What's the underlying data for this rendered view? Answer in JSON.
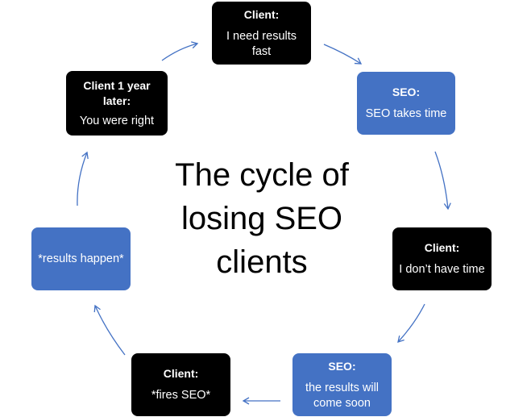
{
  "title_lines": [
    "The cycle of",
    "losing SEO",
    "clients"
  ],
  "colors": {
    "dark_box": "#000000",
    "blue_box": "#4472c4",
    "arrow": "#4472c4"
  },
  "nodes": [
    {
      "id": "client-need",
      "style": "dark",
      "heading": "Client:",
      "text": "I need results fast"
    },
    {
      "id": "seo-takes-time",
      "style": "blue",
      "heading": "SEO:",
      "text": "SEO takes time"
    },
    {
      "id": "client-no-time",
      "style": "dark",
      "heading": "Client:",
      "text": "I don’t have time"
    },
    {
      "id": "seo-results-soon",
      "style": "blue",
      "heading": "SEO:",
      "text": "the results will come soon"
    },
    {
      "id": "client-fires",
      "style": "dark",
      "heading": "Client:",
      "text": "*fires SEO*"
    },
    {
      "id": "results-happen",
      "style": "blue",
      "heading": "",
      "text": "*results happen*"
    },
    {
      "id": "client-year-later",
      "style": "dark",
      "heading": "Client 1 year later:",
      "text": "You were right"
    }
  ]
}
